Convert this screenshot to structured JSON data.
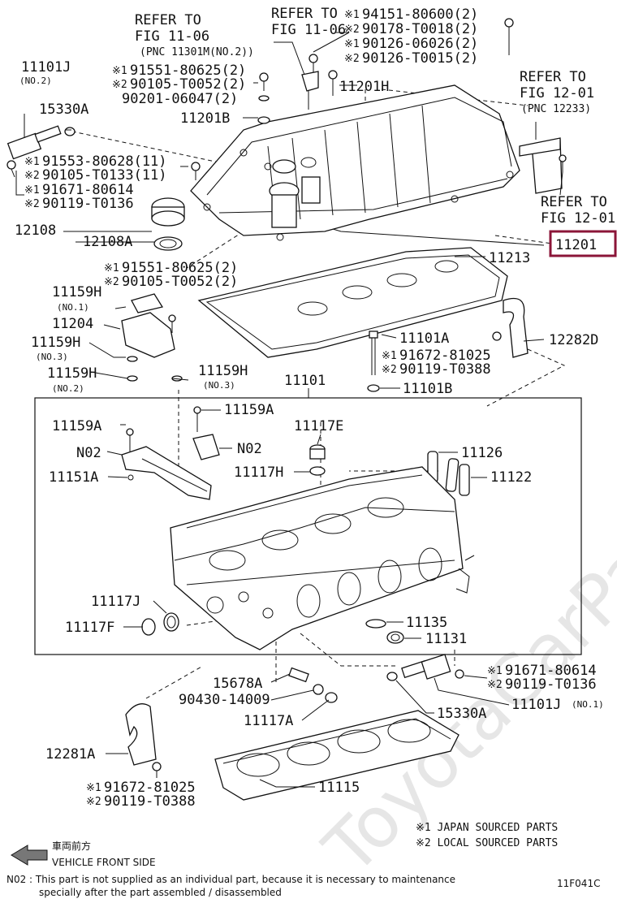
{
  "diagram_id": "11F041C",
  "watermark": "ToyotaCarParts.ru",
  "highlight_color": "#8b1538",
  "refer_blocks": {
    "top_left": {
      "line1": "REFER TO",
      "line2": "FIG 11-06",
      "line3": "(PNC 11301M(NO.2))"
    },
    "top_mid": {
      "line1": "REFER TO",
      "line2": "FIG 11-06"
    },
    "right_top": {
      "line1": "REFER TO",
      "line2": "FIG 12-01",
      "line3": "(PNC 12233)"
    },
    "right_bottom": {
      "line1": "REFER TO",
      "line2": "FIG 12-01"
    }
  },
  "labels": {
    "p11101J_top": "11101J",
    "no2_a": "(NO.2)",
    "p15330A_top": "15330A",
    "p91553": "91553-80628(11)",
    "p90105_t0133": "90105-T0133(11)",
    "p91671_l": "91671-80614",
    "p90119_l": "90119-T0136",
    "p12108": "12108",
    "p12108A": "12108A",
    "p91551_a": "91551-80625(2)",
    "p90105_a": "90105-T0052(2)",
    "p90201": "90201-06047(2)",
    "p11201B": "11201B",
    "p94151": "94151-80600(2)",
    "p90178": "90178-T0018(2)",
    "p90126_06026": "90126-06026(2)",
    "p90126_t0015": "90126-T0015(2)",
    "p11201H": "11201H",
    "p11201": "11201",
    "p11213": "11213",
    "p91551_b": "91551-80625(2)",
    "p90105_b": "90105-T0052(2)",
    "p11159H_1": "11159H",
    "no1_a": "(NO.1)",
    "p11204": "11204",
    "p11159H_3": "11159H",
    "no3_a": "(NO.3)",
    "p11159H_2": "11159H",
    "no2_b": "(NO.2)",
    "p11159H_3b": "11159H",
    "no3_b": "(NO.3)",
    "p11101A": "11101A",
    "p91672_a": "91672-81025",
    "p90119_a": "90119-T0388",
    "p11101B": "11101B",
    "p12282D": "12282D",
    "p11101": "11101",
    "p11159A_l": "11159A",
    "p11159A_m": "11159A",
    "n02_l": "N02",
    "n02_m": "N02",
    "p11151A": "11151A",
    "p11117E": "11117E",
    "p11117H": "11117H",
    "p11126": "11126",
    "p11122": "11122",
    "p11117J": "11117J",
    "p11117F": "11117F",
    "p11135": "11135",
    "p11131": "11131",
    "p15678A": "15678A",
    "p90430": "90430-14009",
    "p11117A": "11117A",
    "p15330A_b": "15330A",
    "p11101J_b": "11101J",
    "no1_b": "(NO.1)",
    "p91671_r": "91671-80614",
    "p90119_r": "90119-T0136",
    "p12281A": "12281A",
    "p91672_b": "91672-81025",
    "p90119_b": "90119-T0388",
    "p11115": "11115"
  },
  "mark1": "※1",
  "mark2": "※2",
  "legend": {
    "japan": "※1 JAPAN SOURCED PARTS",
    "local": "※2 LOCAL SOURCED PARTS",
    "front_jp": "車両前方",
    "front_en": "VEHICLE FRONT SIDE"
  },
  "footnote": {
    "line1": "N02 : This part is not supplied as an individual part, because it is necessary to maintenance",
    "line2": "specially after the part assembled / disassembled"
  }
}
